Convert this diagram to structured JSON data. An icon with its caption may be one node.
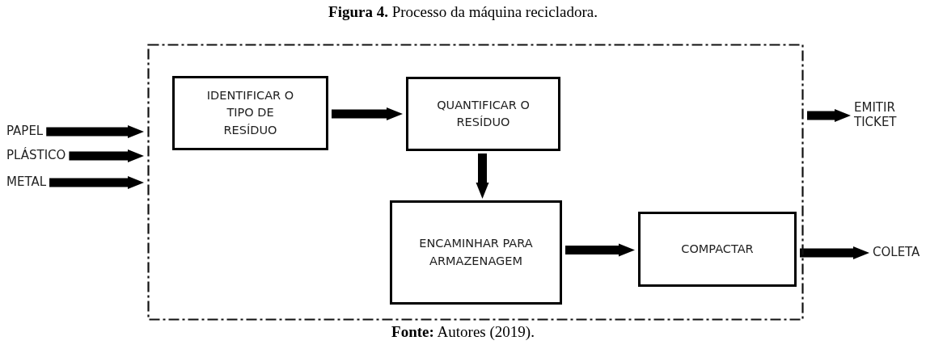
{
  "diagram": {
    "title": "**Figura 4.** Processo da máquina recicladora.",
    "caption": "**Fonte:** Autores (2019).",
    "nodes": [
      {
        "text": [],
        "shape": "box"
      },
      {
        "text": [
          "PAPEL"
        ]
      },
      {
        "text": [
          "PLÁSTICO"
        ]
      },
      {
        "text": [
          "METAL"
        ]
      },
      {
        "text": [
          "IDENTIFICAR O TIPO DE RESÍDUO"
        ],
        "in": 0
      },
      {
        "text": [
          "QUANTIFICAR O RESÍDUO"
        ],
        "in": 0
      },
      {
        "text": [
          "ENCAMINHAR PARA ARMAZENAGEM"
        ],
        "in": 0
      },
      {
        "text": [
          "COMPACTAR"
        ],
        "in": 0
      },
      {
        "text": [
          "EMITIR TICKET"
        ]
      },
      {
        "text": [
          "COLETA"
        ]
      }
    ],
    "edges": [
      {
        "from": 1,
        "to": 0,
        "arrow": "to"
      },
      {
        "from": 2,
        "to": 0,
        "arrow": "to"
      },
      {
        "from": 3,
        "to": 0,
        "arrow": "to"
      },
      {
        "from": 4,
        "to": 5,
        "arrow": "to"
      },
      {
        "from": 5,
        "to": 6,
        "arrow": "to"
      },
      {
        "from": 6,
        "to": 7,
        "arrow": "to"
      },
      {
        "from": 0,
        "to": 8,
        "arrow": "to"
      },
      {
        "from": 7,
        "to": 9,
        "arrow": "to"
      }
    ]
  }
}
